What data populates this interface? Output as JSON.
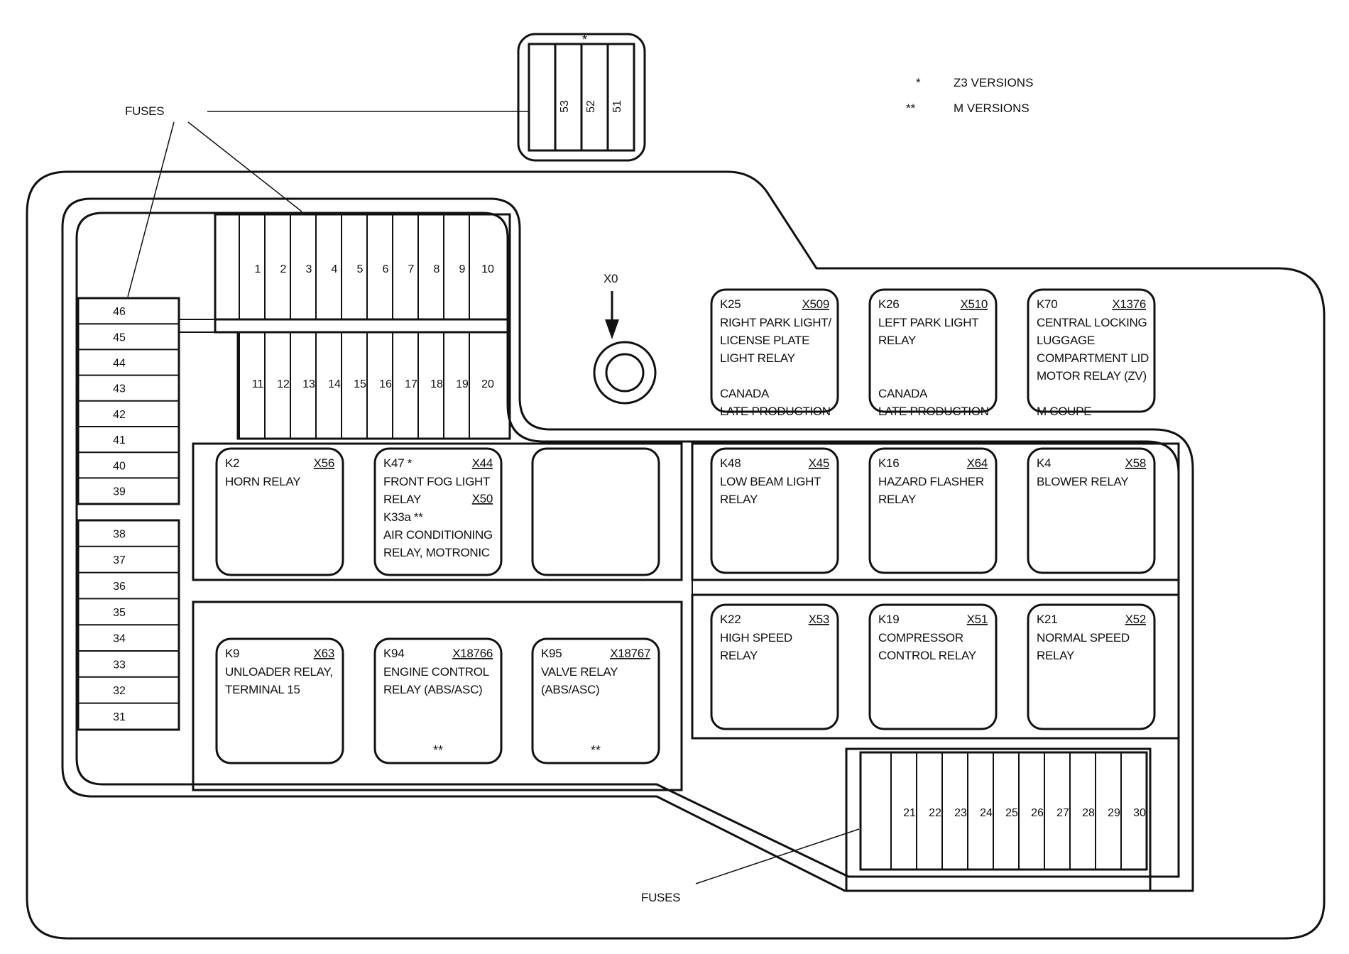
{
  "legend": [
    {
      "symbol": "*",
      "text": "Z3 VERSIONS"
    },
    {
      "symbol": "**",
      "text": "M VERSIONS"
    }
  ],
  "labels": {
    "fuses_top": "FUSES",
    "fuses_bottom": "FUSES",
    "x0": "X0",
    "top_block_star": "*"
  },
  "top_fuses": [
    "53",
    "52",
    "51"
  ],
  "fuse_row_1": [
    "1",
    "2",
    "3",
    "4",
    "5",
    "6",
    "7",
    "8",
    "9",
    "10"
  ],
  "fuse_row_2": [
    "11",
    "12",
    "13",
    "14",
    "15",
    "16",
    "17",
    "18",
    "19",
    "20"
  ],
  "fuse_bottom_row": [
    "21",
    "22",
    "23",
    "24",
    "25",
    "26",
    "27",
    "28",
    "29",
    "30"
  ],
  "fuse_left_upper": [
    "46",
    "45",
    "44",
    "43",
    "42",
    "41",
    "40",
    "39"
  ],
  "fuse_left_lower": [
    "38",
    "37",
    "36",
    "35",
    "34",
    "33",
    "32",
    "31"
  ],
  "relays": [
    {
      "id": "K25",
      "conn": "X509",
      "lines": [
        "RIGHT PARK LIGHT/",
        "LICENSE PLATE",
        "LIGHT RELAY",
        "",
        "CANADA",
        "LATE PRODUCTION"
      ]
    },
    {
      "id": "K26",
      "conn": "X510",
      "lines": [
        "LEFT PARK LIGHT",
        "RELAY",
        "",
        "",
        "CANADA",
        "LATE PRODUCTION"
      ]
    },
    {
      "id": "K70",
      "conn": "X1376",
      "lines": [
        "CENTRAL LOCKING",
        "LUGGAGE",
        "COMPARTMENT LID",
        "MOTOR RELAY (ZV)",
        "",
        "M COUPE"
      ]
    },
    {
      "id": "K2",
      "conn": "X56",
      "lines": [
        "HORN RELAY"
      ]
    },
    {
      "id": "K47 *",
      "conn": "X44",
      "lines": [
        "FRONT FOG LIGHT",
        "RELAY",
        "K33a **",
        "AIR CONDITIONING",
        "RELAY, MOTRONIC"
      ],
      "conn2": "X50"
    },
    {
      "id": "K48",
      "conn": "X45",
      "lines": [
        "LOW BEAM LIGHT",
        "RELAY"
      ]
    },
    {
      "id": "K16",
      "conn": "X64",
      "lines": [
        "HAZARD FLASHER",
        "RELAY"
      ]
    },
    {
      "id": "K4",
      "conn": "X58",
      "lines": [
        "BLOWER RELAY"
      ]
    },
    {
      "id": "K22",
      "conn": "X53",
      "lines": [
        "HIGH SPEED",
        "RELAY"
      ]
    },
    {
      "id": "K19",
      "conn": "X51",
      "lines": [
        "COMPRESSOR",
        "CONTROL RELAY"
      ]
    },
    {
      "id": "K21",
      "conn": "X52",
      "lines": [
        "NORMAL SPEED",
        "RELAY"
      ]
    },
    {
      "id": "K9",
      "conn": "X63",
      "lines": [
        "UNLOADER RELAY,",
        "TERMINAL 15"
      ]
    },
    {
      "id": "K94",
      "conn": "X18766",
      "lines": [
        "ENGINE CONTROL",
        "RELAY (ABS/ASC)"
      ],
      "mark": "**"
    },
    {
      "id": "K95",
      "conn": "X18767",
      "lines": [
        "VALVE RELAY",
        "(ABS/ASC)"
      ],
      "mark": "**"
    }
  ]
}
